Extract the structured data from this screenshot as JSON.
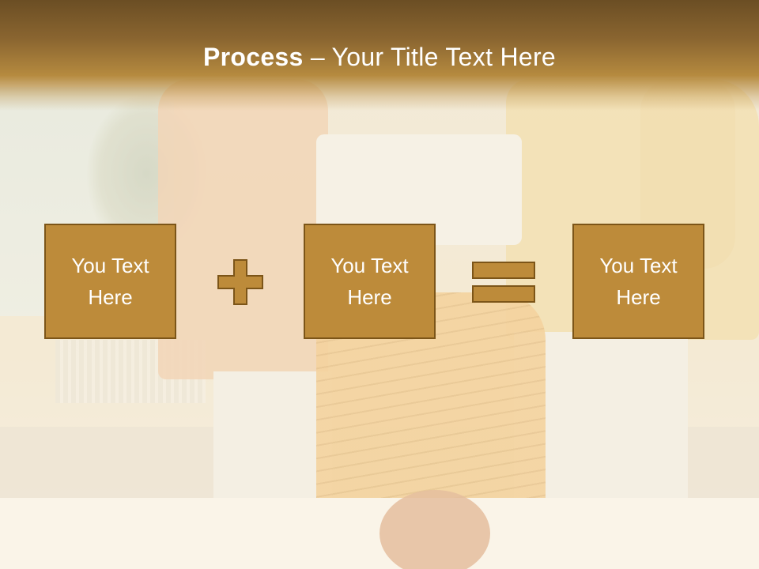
{
  "slide": {
    "title_bold": "Process",
    "title_rest": " – Your Title Text Here",
    "boxes": [
      {
        "text": "You Text Here"
      },
      {
        "text": "You Text Here"
      },
      {
        "text": "You Text Here"
      }
    ],
    "operators": [
      "plus-icon",
      "equals-icon"
    ],
    "colors": {
      "box_fill": "#bd8b3a",
      "box_border": "#7c5518",
      "title_band_top": "#6b4e24",
      "title_text": "#ffffff"
    }
  }
}
